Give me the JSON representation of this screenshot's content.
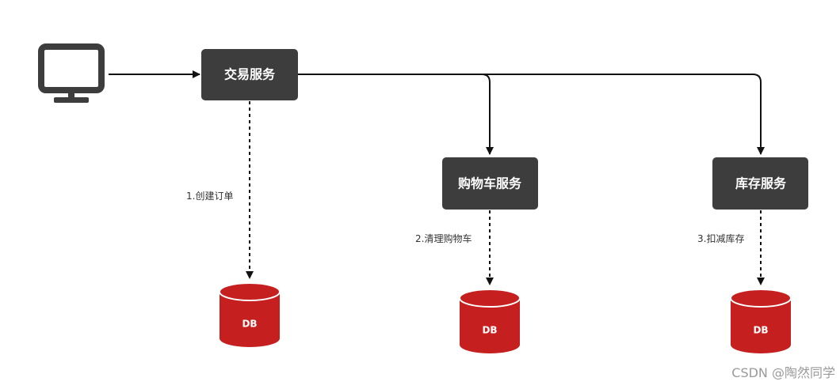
{
  "colors": {
    "service_box": "#3d3d3d",
    "database": "#c5201f",
    "arrow": "#111111"
  },
  "client": {
    "icon": "monitor-icon"
  },
  "services": {
    "trade": "交易服务",
    "cart": "购物车服务",
    "stock": "库存服务"
  },
  "steps": {
    "create_order": "1.创建订单",
    "clear_cart": "2.清理购物车",
    "deduct_stock": "3.扣减库存"
  },
  "databases": {
    "trade": "DB",
    "cart": "DB",
    "stock": "DB"
  },
  "watermark": "CSDN @陶然同学"
}
